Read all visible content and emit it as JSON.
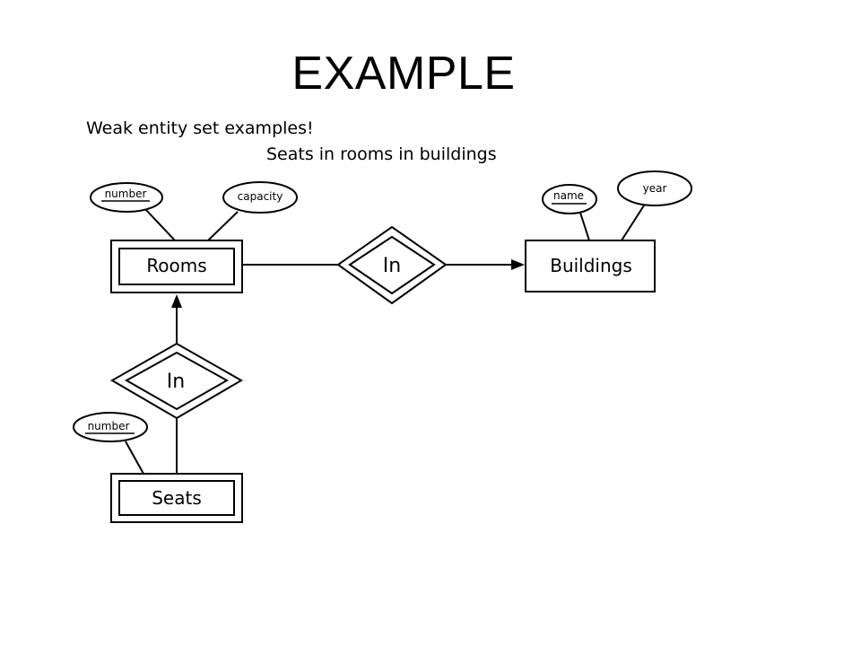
{
  "slide": {
    "title": "EXAMPLE",
    "subtitle_line1": "Weak entity set examples!",
    "subtitle_line2": "Seats in rooms in buildings"
  },
  "diagram": {
    "entities": {
      "rooms": "Rooms",
      "buildings": "Buildings",
      "seats": "Seats"
    },
    "relationships": {
      "rooms_in_buildings": "In",
      "seats_in_rooms": "In"
    },
    "attributes": {
      "rooms_number": "number",
      "rooms_capacity": "capacity",
      "buildings_name": "name",
      "buildings_year": "year",
      "seats_number": "number"
    }
  }
}
